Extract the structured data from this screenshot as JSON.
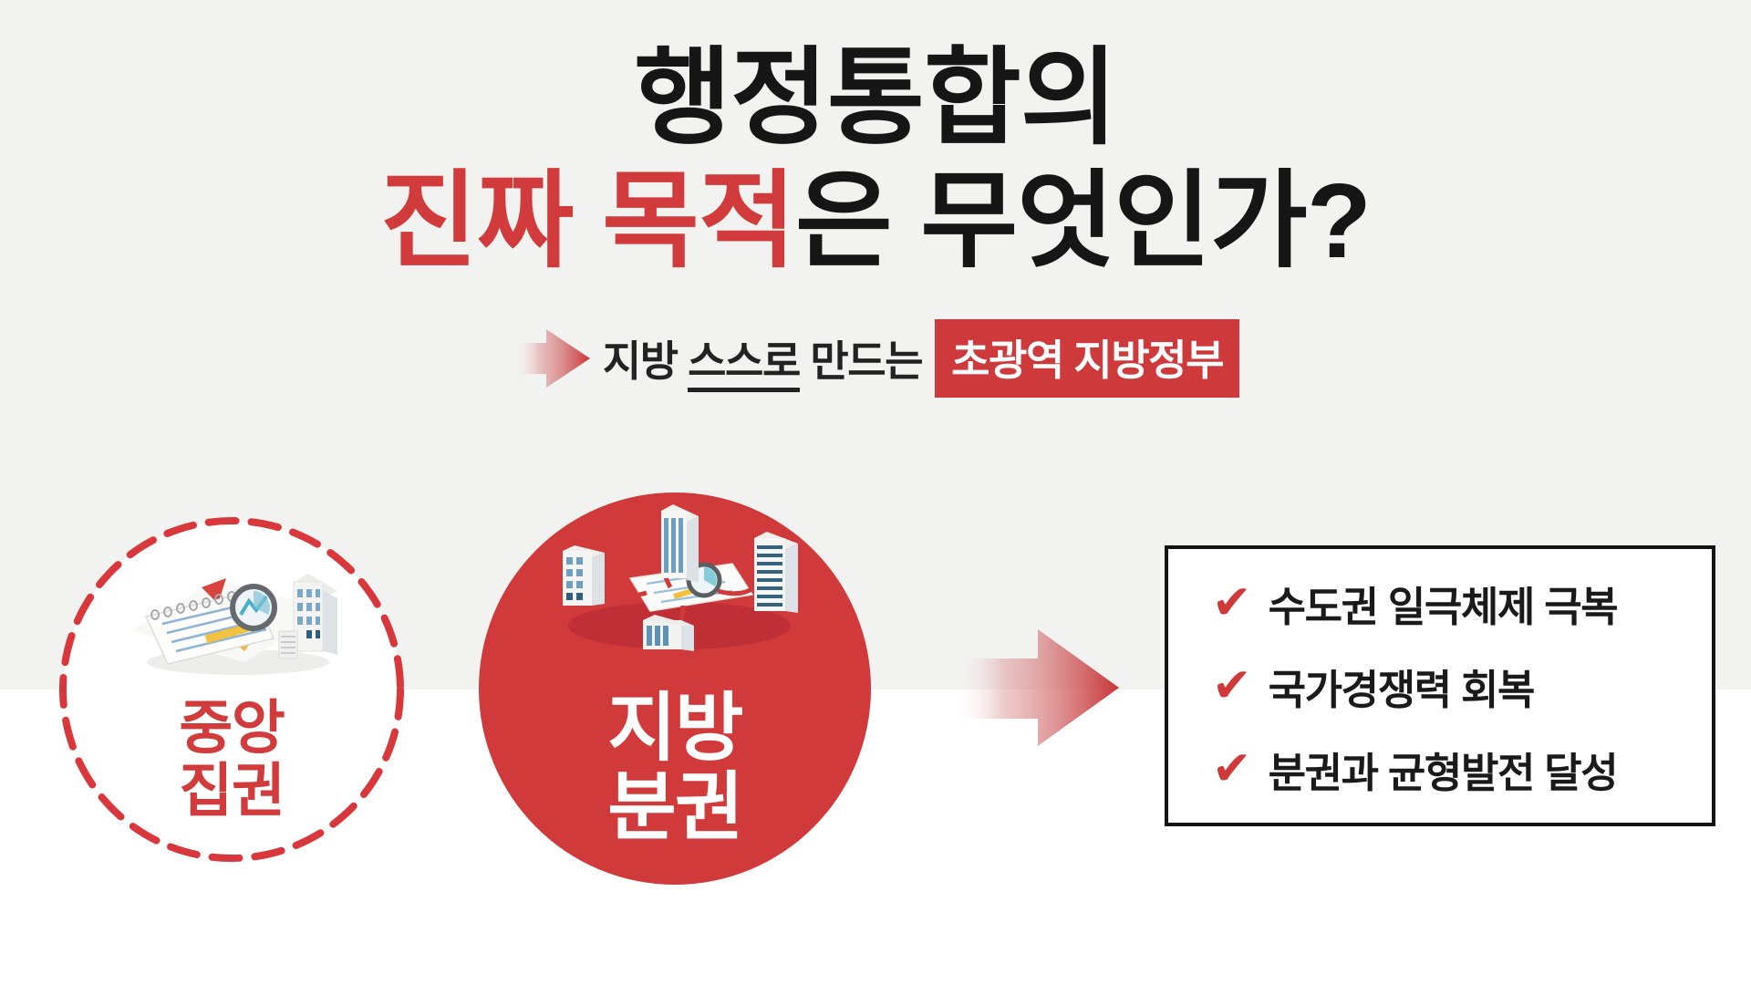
{
  "headline": {
    "line1": "행정통합의",
    "line2_highlight": "진짜 목적",
    "line2_rest": "은 무엇인가?"
  },
  "subtitle": {
    "prefix": "지방 ",
    "underlined": "스스로",
    "suffix": " 만드는",
    "tag": "초광역 지방정부"
  },
  "comparison": {
    "left_circle": {
      "label_line1": "중앙",
      "label_line2": "집권",
      "illustration": "notebook-checklist-magnifier-building"
    },
    "center_circle": {
      "label_line1": "지방",
      "label_line2": "분권",
      "illustration": "buildings-cluster-around-map"
    }
  },
  "benefits": {
    "check_glyph": "✔",
    "items": [
      {
        "label": "수도권 일극체제 극복"
      },
      {
        "label": "국가경쟁력 회복"
      },
      {
        "label": "분권과 균형발전 달성"
      }
    ]
  },
  "colors": {
    "accent_red": "#d13a3a",
    "highlight_red": "#d23b3b",
    "tag_red": "#ce393b",
    "text_black": "#161616",
    "bg_gray_top": "#f2f2f1",
    "bg_white_bottom": "#ffffff"
  }
}
